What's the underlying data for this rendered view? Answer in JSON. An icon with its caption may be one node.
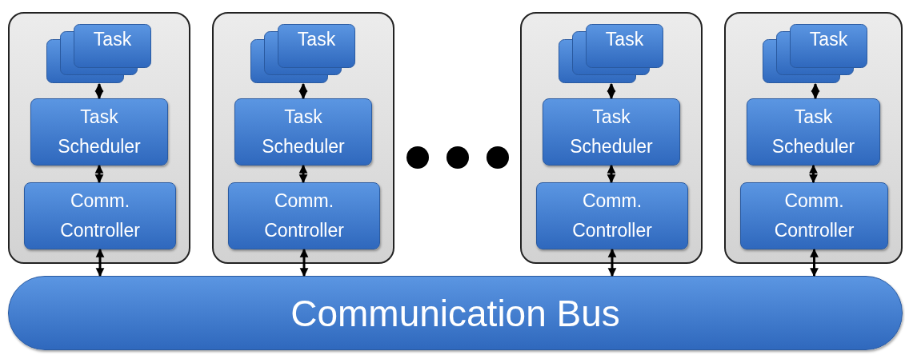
{
  "diagram": {
    "nodes": [
      {
        "text": [],
        "shape": "box"
      },
      {
        "text": [
          "Task"
        ],
        "in": 0
      },
      {
        "text": [
          "Task Scheduler"
        ],
        "in": 0
      },
      {
        "text": [
          "Comm. Controller"
        ],
        "in": 0
      },
      {
        "text": [],
        "shape": "box"
      },
      {
        "text": [
          "Task"
        ],
        "in": 4
      },
      {
        "text": [
          "Task Scheduler"
        ],
        "in": 4
      },
      {
        "text": [
          "Comm. Controller"
        ],
        "in": 4
      },
      {
        "text": [],
        "shape": "box"
      },
      {
        "text": [
          "Task"
        ],
        "in": 8
      },
      {
        "text": [
          "Task Scheduler"
        ],
        "in": 8
      },
      {
        "text": [
          "Comm. Controller"
        ],
        "in": 8
      },
      {
        "text": [],
        "shape": "box"
      },
      {
        "text": [
          "Task"
        ],
        "in": 12
      },
      {
        "text": [
          "Task Scheduler"
        ],
        "in": 12
      },
      {
        "text": [
          "Comm. Controller"
        ],
        "in": 12
      },
      {
        "text": [
          "Communication Bus"
        ]
      }
    ],
    "edges": [
      {
        "from": 1,
        "to": 2,
        "arrow": "both"
      },
      {
        "from": 2,
        "to": 3,
        "arrow": "both"
      },
      {
        "from": 3,
        "to": 16,
        "arrow": "both"
      },
      {
        "from": 5,
        "to": 6,
        "arrow": "both"
      },
      {
        "from": 6,
        "to": 7,
        "arrow": "both"
      },
      {
        "from": 7,
        "to": 16,
        "arrow": "both"
      },
      {
        "from": 9,
        "to": 10,
        "arrow": "both"
      },
      {
        "from": 10,
        "to": 11,
        "arrow": "both"
      },
      {
        "from": 11,
        "to": 16,
        "arrow": "both"
      },
      {
        "from": 13,
        "to": 14,
        "arrow": "both"
      },
      {
        "from": 14,
        "to": 15,
        "arrow": "both"
      },
      {
        "from": 15,
        "to": 16,
        "arrow": "both"
      }
    ]
  }
}
